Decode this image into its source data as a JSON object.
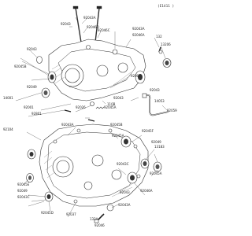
{
  "page_code": "(E1411 )",
  "callouts": [
    {
      "id": "c01",
      "text": "92043"
    },
    {
      "id": "c02",
      "text": "92043A"
    },
    {
      "id": "c03",
      "text": "92046D"
    },
    {
      "id": "c04",
      "text": "92046C"
    },
    {
      "id": "c05",
      "text": "92043A"
    },
    {
      "id": "c06",
      "text": "92046A"
    },
    {
      "id": "c07",
      "text": "132"
    },
    {
      "id": "c08",
      "text": "13206"
    },
    {
      "id": "c09",
      "text": "92043"
    },
    {
      "id": "c10",
      "text": "92045B"
    },
    {
      "id": "c11",
      "text": "92049"
    },
    {
      "id": "c12",
      "text": "92002"
    },
    {
      "id": "c13",
      "text": "14001"
    },
    {
      "id": "c14",
      "text": "92001"
    },
    {
      "id": "c15",
      "text": "92801"
    },
    {
      "id": "c16",
      "text": "92043"
    },
    {
      "id": "c17",
      "text": "110B"
    },
    {
      "id": "c18",
      "text": "92026"
    },
    {
      "id": "c19",
      "text": "92045A"
    },
    {
      "id": "c20",
      "text": "92043"
    },
    {
      "id": "c21",
      "text": "14053"
    },
    {
      "id": "c22",
      "text": "92059"
    },
    {
      "id": "c23",
      "text": "92104"
    },
    {
      "id": "c24",
      "text": "92043A"
    },
    {
      "id": "c25",
      "text": "92045B"
    },
    {
      "id": "c26",
      "text": "92045F"
    },
    {
      "id": "c27",
      "text": "92049"
    },
    {
      "id": "c28",
      "text": "13183"
    },
    {
      "id": "c29",
      "text": "92045A"
    },
    {
      "id": "c30",
      "text": "92043C"
    },
    {
      "id": "c31",
      "text": "92045A"
    },
    {
      "id": "c32",
      "text": "92046A"
    },
    {
      "id": "c33",
      "text": "92043"
    },
    {
      "id": "c34",
      "text": "92045E"
    },
    {
      "id": "c35",
      "text": "92049"
    },
    {
      "id": "c36",
      "text": "92043C"
    },
    {
      "id": "c37",
      "text": "92045D"
    },
    {
      "id": "c38",
      "text": "92037"
    },
    {
      "id": "c39",
      "text": "132A"
    },
    {
      "id": "c40",
      "text": "92046"
    },
    {
      "id": "c41",
      "text": "92043A"
    }
  ]
}
